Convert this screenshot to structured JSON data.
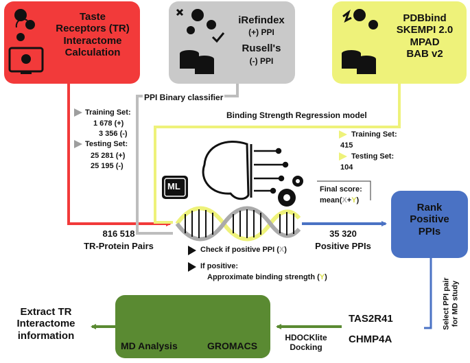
{
  "sources": {
    "taste": {
      "lines": [
        "Taste",
        "Receptors (TR)",
        "Interactome",
        "Calculation"
      ],
      "color": "#f23a3a"
    },
    "ppi": {
      "db1": "iRefindex",
      "db1_sub": "(+) PPI",
      "db2": "Rusell's",
      "db2_sub": "(-) PPI",
      "color": "#c9c9c9"
    },
    "binding": {
      "lines": [
        "PDBbind",
        "SKEMPI 2.0",
        "MPAD",
        "BAB v2"
      ],
      "color": "#eef27a"
    }
  },
  "classifier": {
    "title": "PPI Binary classifier",
    "training_label": "Training Set:",
    "training_pos": "1 678 (+)",
    "training_neg": "3 356 (-)",
    "testing_label": "Testing Set:",
    "testing_pos": "25 281 (+)",
    "testing_neg": "25 195 (-)"
  },
  "regression": {
    "title": "Binding Strength Regression model",
    "training_label": "Training Set:",
    "training_value": "415",
    "testing_label": "Testing Set:",
    "testing_value": "104"
  },
  "ml_badge": "ML",
  "final_score": {
    "label": "Final score:",
    "formula_prefix": "mean(",
    "x": "X",
    "plus": "+",
    "y": "Y",
    "formula_suffix": ")"
  },
  "pairs": {
    "count": "816 518",
    "label": "TR-Protein Pairs"
  },
  "positive": {
    "count": "35 320",
    "label": "Positive PPIs"
  },
  "checks": {
    "check1_prefix": "Check if positive PPI (",
    "check1_var": "X",
    "check1_suffix": ")",
    "check2_line1": "If positive:",
    "check2_prefix": "Approximate binding strength (",
    "check2_var": "Y",
    "check2_suffix": ")"
  },
  "rank": {
    "lines": [
      "Rank",
      "Positive",
      "PPIs"
    ],
    "color": "#4a72c4"
  },
  "select_label": [
    "Select PPI pair",
    "for MD study"
  ],
  "proteins": [
    "TAS2R41",
    "CHMP4A"
  ],
  "docking": [
    "HDOCKlite",
    "Docking"
  ],
  "md": {
    "analysis": "MD Analysis",
    "engine": "GROMACS",
    "color": "#5a8a32"
  },
  "extract": [
    "Extract TR",
    "Interactome",
    "information"
  ],
  "colors": {
    "red_arrow": "#f23a3a",
    "grey_line": "#bdbdbd",
    "yellow_line": "#eef27a",
    "blue_arrow": "#4a72c4",
    "green_arrow": "#5a8a32"
  }
}
